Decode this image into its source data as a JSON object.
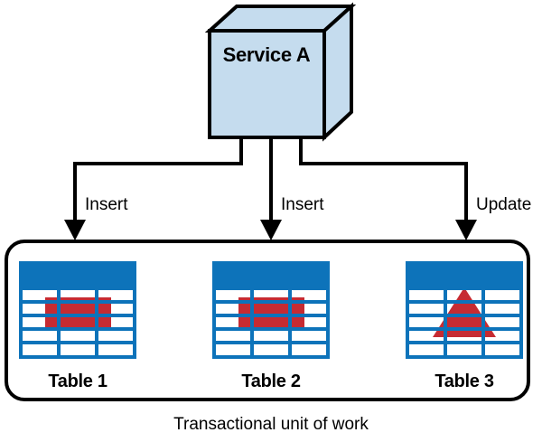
{
  "diagram": {
    "title_node": {
      "label": "Service A",
      "shape": "3d-box",
      "fill": "#c5dcee",
      "stroke": "#000000"
    },
    "connectors": [
      {
        "name": "insert-left",
        "label": "Insert",
        "target": "Table 1"
      },
      {
        "name": "insert-center",
        "label": "Insert",
        "target": "Table 2"
      },
      {
        "name": "update-right",
        "label": "Update",
        "target": "Table 3"
      }
    ],
    "container": {
      "caption": "Transactional unit of work",
      "stroke": "#000000",
      "fill": "#ffffff"
    },
    "tables": [
      {
        "label": "Table 1",
        "header_color": "#0d73ba",
        "grid_color": "#0d73ba",
        "overlay": {
          "shape": "rectangle",
          "color": "#c62b32"
        },
        "rows": 5,
        "columns": 3
      },
      {
        "label": "Table 2",
        "header_color": "#0d73ba",
        "grid_color": "#0d73ba",
        "overlay": {
          "shape": "rectangle",
          "color": "#c62b32"
        },
        "rows": 5,
        "columns": 3
      },
      {
        "label": "Table 3",
        "header_color": "#0d73ba",
        "grid_color": "#0d73ba",
        "overlay": {
          "shape": "triangle",
          "color": "#c62b32"
        },
        "rows": 5,
        "columns": 3
      }
    ],
    "colors": {
      "service_fill": "#c5dcee",
      "service_side_fill": "#c5dcee",
      "table_blue": "#0d73ba",
      "overlay_red": "#c62b32",
      "line_black": "#000000",
      "page_background": "#ffffff"
    }
  }
}
